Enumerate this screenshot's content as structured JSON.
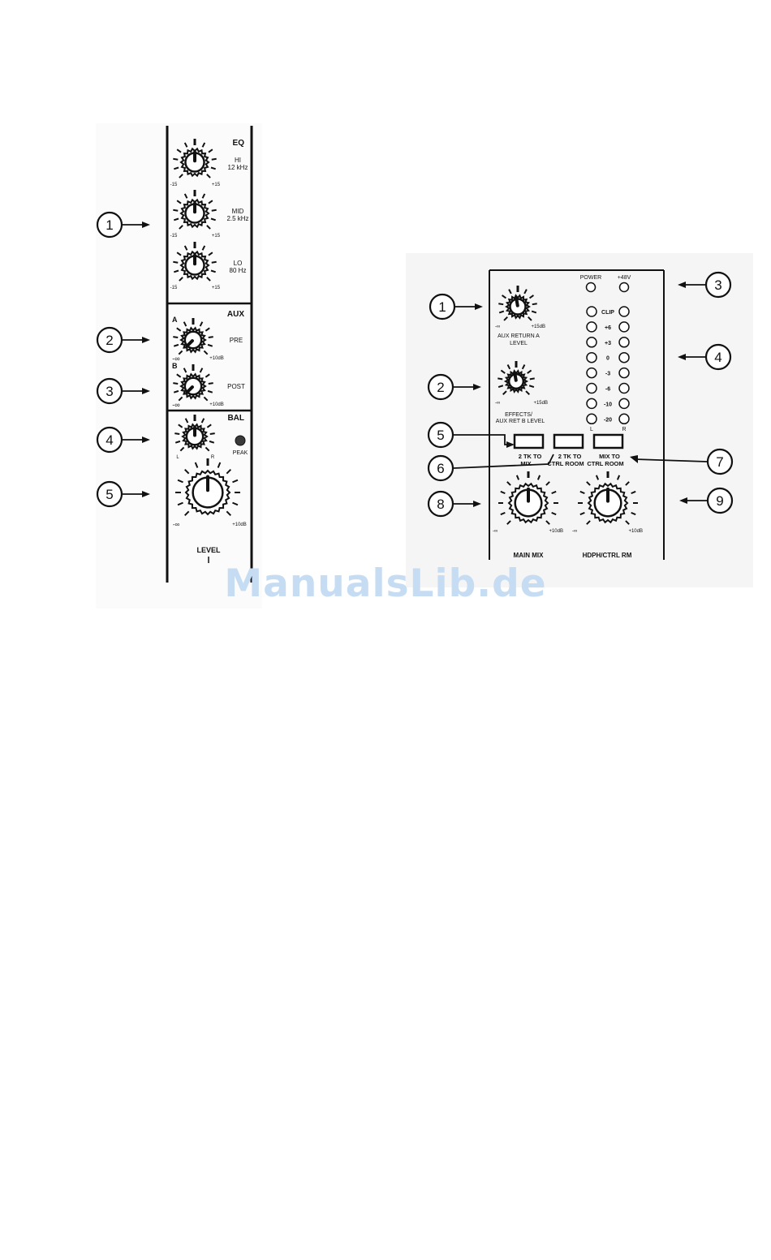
{
  "watermark": "ManualsLib.de",
  "left_panel": {
    "sections": {
      "eq": "EQ",
      "aux": "AUX",
      "bal": "BAL"
    },
    "eq_knobs": [
      {
        "name": "HI",
        "freq": "12 kHz",
        "min": "-15",
        "max": "+15"
      },
      {
        "name": "MID",
        "freq": "2.5 kHz",
        "min": "-15",
        "max": "+15"
      },
      {
        "name": "LO",
        "freq": "80 Hz",
        "min": "-15",
        "max": "+15"
      }
    ],
    "aux_knobs": [
      {
        "letter": "A",
        "label": "PRE",
        "min": "-∞",
        "max": "+10dB"
      },
      {
        "letter": "B",
        "label": "POST",
        "min": "-∞",
        "max": "+10dB"
      }
    ],
    "bal_knob": {
      "min": "L",
      "max": "R"
    },
    "peak_label": "PEAK",
    "level_knob": {
      "min": "-∞",
      "max": "+10dB"
    },
    "level_label": "LEVEL",
    "callouts": [
      "1",
      "2",
      "3",
      "4",
      "5"
    ]
  },
  "right_panel": {
    "power_label": "POWER",
    "phantom_label": "+48V",
    "aux_return_a": {
      "label_line1": "AUX RETURN A",
      "label_line2": "LEVEL",
      "min": "-∞",
      "max": "+15dB"
    },
    "effects_b": {
      "label_line1": "EFFECTS/",
      "label_line2": "AUX RET B LEVEL",
      "min": "-∞",
      "max": "+15dB"
    },
    "meter_labels": [
      "CLIP",
      "+6",
      "+3",
      "0",
      "-3",
      "-6",
      "-10",
      "-20"
    ],
    "meter_channels": [
      "L",
      "R"
    ],
    "switches": [
      {
        "line1": "2 TK TO",
        "line2": "MIX"
      },
      {
        "line1": "2 TK TO",
        "line2": "CTRL ROOM"
      },
      {
        "line1": "MIX TO",
        "line2": "CTRL ROOM"
      }
    ],
    "main_mix": {
      "label": "MAIN MIX",
      "min": "-∞",
      "max": "+10dB"
    },
    "hdph": {
      "label": "HDPH/CTRL RM",
      "min": "-∞",
      "max": "+10dB"
    },
    "callouts": [
      "1",
      "2",
      "3",
      "4",
      "5",
      "6",
      "7",
      "8",
      "9"
    ]
  }
}
